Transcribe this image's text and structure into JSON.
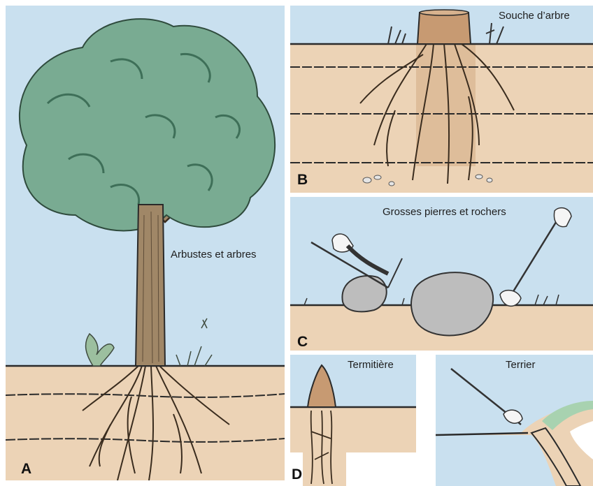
{
  "panels": {
    "a": {
      "letter": "A",
      "caption": "Arbustes et arbres"
    },
    "b": {
      "letter": "B",
      "caption": "Souche d’arbre"
    },
    "c": {
      "letter": "C",
      "caption": "Grosses pierres et rochers"
    },
    "d": {
      "letter": "D",
      "caption_left": "Termitière",
      "caption_right": "Terrier"
    }
  },
  "colors": {
    "sky": "#c9e0ef",
    "soil": "#ecd3b6",
    "soil_dark": "#d9b48f",
    "foliage": "#79ab92",
    "foliage_dark": "#3e6f58",
    "trunk": "#a08767",
    "rock": "#bdbdbd",
    "line": "#2a2a2a"
  }
}
